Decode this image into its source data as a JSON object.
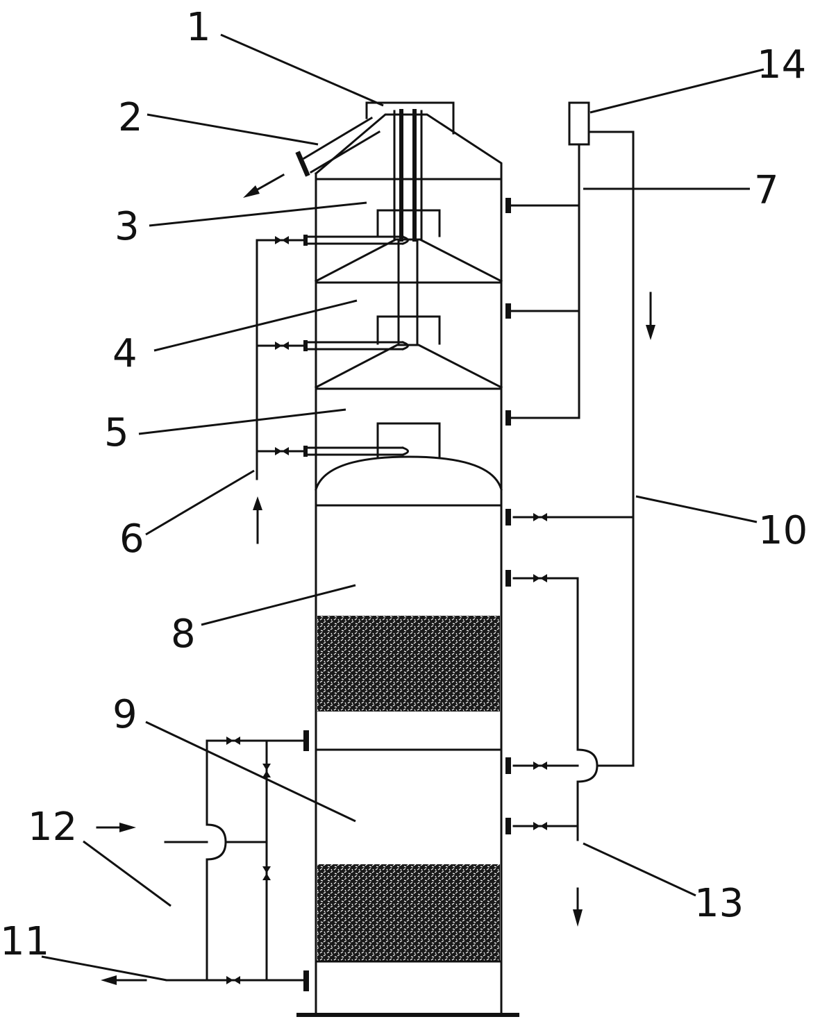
{
  "labels": [
    "1",
    "2",
    "3",
    "4",
    "5",
    "6",
    "7",
    "8",
    "9",
    "10",
    "11",
    "12",
    "13",
    "14"
  ],
  "colors": {
    "line": "#111111",
    "background": "#ffffff",
    "packing": "#1a1a1a"
  }
}
